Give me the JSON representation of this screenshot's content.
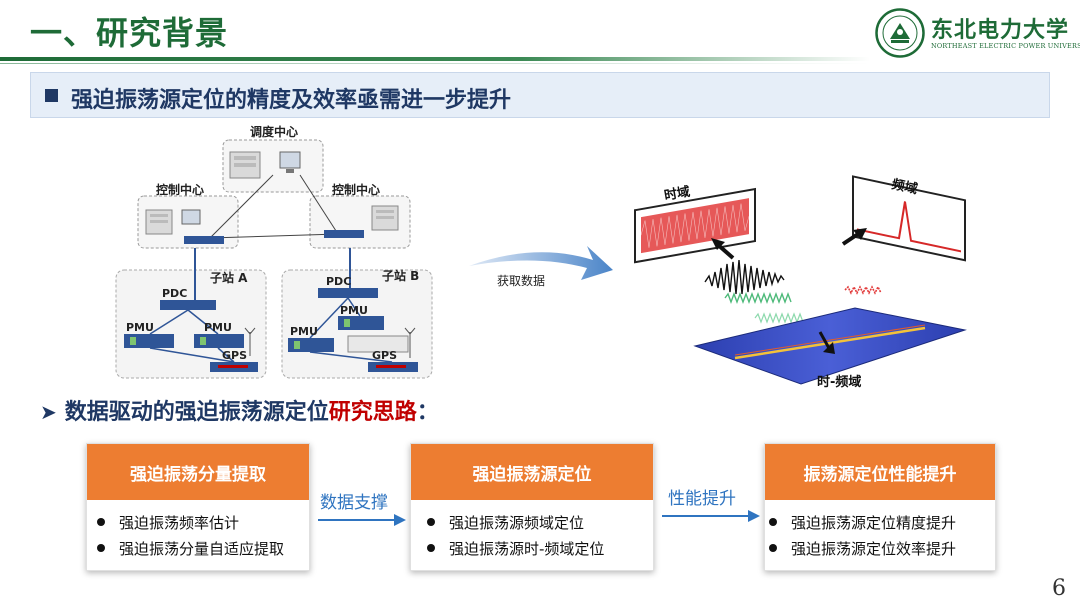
{
  "header": {
    "title": "一、研究背景",
    "logo_cn": "东北电力大学",
    "logo_en": "NORTHEAST ELECTRIC POWER UNIVERSITY"
  },
  "banner": {
    "text": "强迫振荡源定位的精度及效率亟需进一步提升"
  },
  "network": {
    "dispatch": "调度中心",
    "control_left": "控制中心",
    "control_right": "控制中心",
    "substation_a": "子站 A",
    "substation_b": "子站 B",
    "pdc_a": "PDC",
    "pdc_b": "PDC",
    "pmu_a1": "PMU",
    "pmu_a2": "PMU",
    "pmu_b1": "PMU",
    "pmu_b2": "PMU",
    "gps_a": "GPS",
    "gps_b": "GPS"
  },
  "fetch_label": "获取数据",
  "tf_panel": {
    "time_label": "时域",
    "freq_label": "频域",
    "tf_label": "时-频域"
  },
  "subheading": {
    "main": "数据驱动的强迫振荡源定位",
    "highlight": "研究思路",
    "tail": "："
  },
  "flow": {
    "boxes": [
      {
        "title": "强迫振荡分量提取",
        "items": [
          "强迫振荡频率估计",
          "强迫振荡分量自适应提取"
        ]
      },
      {
        "title": "强迫振荡源定位",
        "items": [
          "强迫振荡源频域定位",
          "强迫振荡源时-频域定位"
        ]
      },
      {
        "title": "振荡源定位性能提升",
        "items": [
          "强迫振荡源定位精度提升",
          "强迫振荡源定位效率提升"
        ]
      }
    ],
    "connectors": [
      "数据支撑",
      "性能提升"
    ]
  },
  "page_number": "6",
  "colors": {
    "green": "#1e6b37",
    "navy": "#1f3864",
    "orange": "#ed7d31",
    "red": "#c00000",
    "blue": "#2f74c0"
  }
}
